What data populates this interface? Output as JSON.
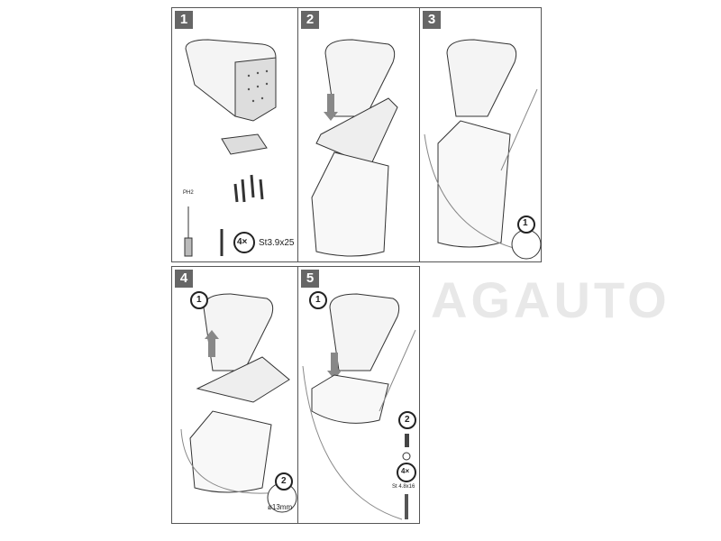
{
  "watermark": "AGAUTO",
  "steps": [
    {
      "number": "1",
      "screw_count": "4×",
      "screw_spec": "St3.9x25",
      "tool_label": "PH2"
    },
    {
      "number": "2"
    },
    {
      "number": "3",
      "substep": "1"
    },
    {
      "number": "4",
      "substep_1": "1",
      "substep_2": "2",
      "drill_size": "ø13mm"
    },
    {
      "number": "5",
      "substep_1": "1",
      "substep_2": "2",
      "screw_count": "4×",
      "screw_spec": "St 4.8x16"
    }
  ]
}
